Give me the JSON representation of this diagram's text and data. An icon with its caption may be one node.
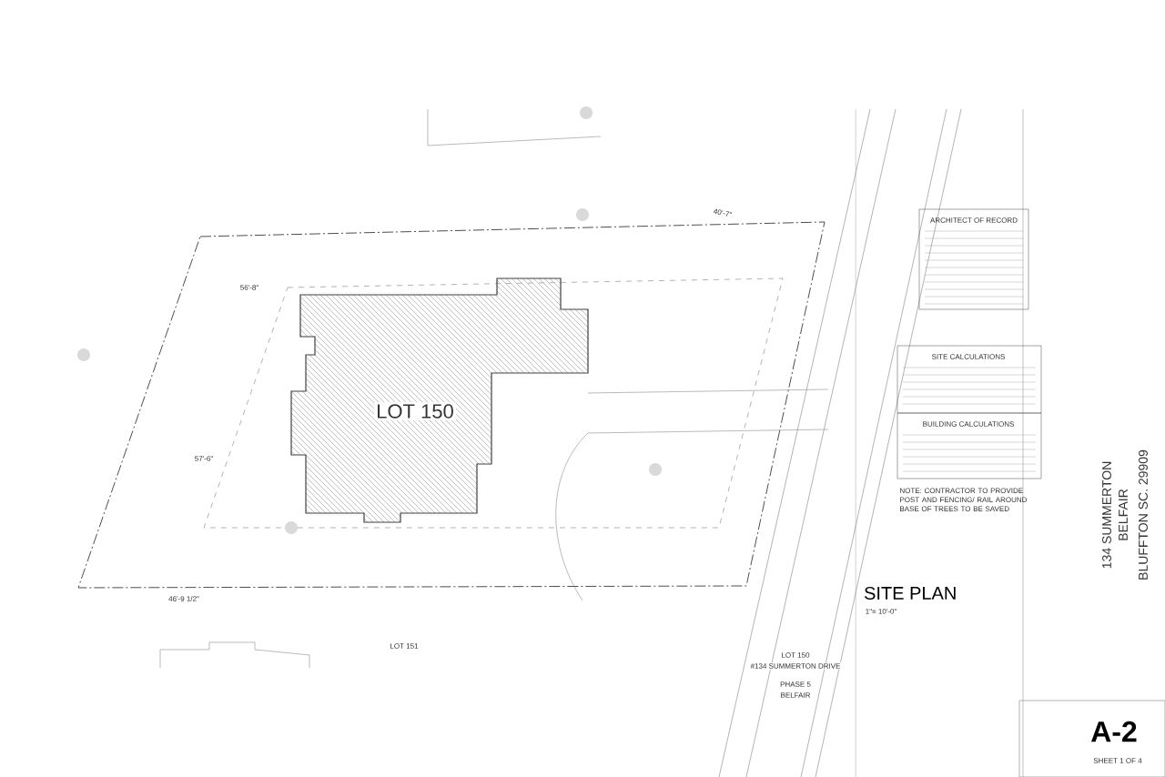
{
  "diagram": {
    "title": "SITE PLAN",
    "nodes": [
      {
        "text": [
          "LOT 150"
        ]
      },
      {
        "text": [
          "ARCHITECT OF RECORD"
        ]
      },
      {
        "text": [
          "SITE CALCULATIONS"
        ]
      },
      {
        "text": [
          "BUILDING CALCULATIONS"
        ]
      },
      {
        "text": [
          "A-2",
          "SHEET 1 OF 4"
        ]
      }
    ],
    "labels": [
      "56'-8\"",
      "57'-6\"",
      "40'-7\"",
      "46'-9 1/2\"",
      "LOT 151",
      "NOTE: CONTRACTOR TO PROVIDE POST AND FENCING/ RAIL AROUND BASE OF TREES TO BE SAVED",
      "1\"= 10'-0\"",
      "134 SUMMERTON",
      "BELFAIR",
      "BLUFFTON SC. 29909",
      "LOT 150",
      "#134 SUMMERTON DRIVE",
      "PHASE 5",
      "BELFAIR"
    ]
  }
}
